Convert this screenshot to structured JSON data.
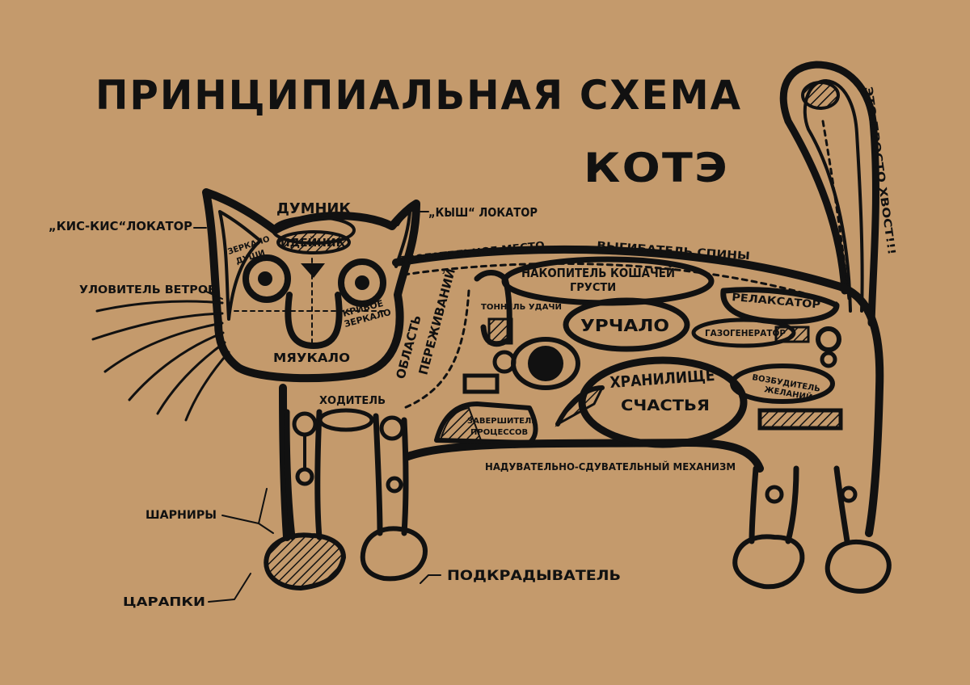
{
  "title_line1": "ПРИНЦИПИАЛЬНАЯ СХЕМА",
  "title_line2": "КОТЭ",
  "colors": {
    "paper": "#c49a6c",
    "ink": "#111111"
  },
  "labels": {
    "kis_kis": "„КИС-КИС“ЛОКАТОР",
    "dumnik": "ДУМНИК",
    "kysh": "„КЫШ“ ЛОКАТОР",
    "ideinik": "ИДЕЙНИК",
    "zerkalo_dushi_1": "ЗЕРКАЛО",
    "zerkalo_dushi_2": "ДУШИ",
    "ulovitel": "УЛОВИТЕЛЬ ВЕТРОВ",
    "krivoe_1": "КРИВОЕ",
    "krivoe_2": "ЗЕРКАЛО",
    "myaukalo": "МЯУКАЛО",
    "trogatelnoe": "ТРОГАТЕЛЬНОЕ МЕСТО",
    "vygibatel": "ВЫГИБАТЕЛЬ СПИНЫ",
    "nakopitel_1": "НАКОПИТЕЛЬ КОШАЧЕЙ",
    "nakopitel_2": "ГРУСТИ",
    "relaksator": "РЕЛАКСАТОР",
    "oblast": "ОБЛАСТЬ",
    "perezhivaniy": "ПЕРЕЖИВАНИЙ",
    "tonnel": "ТОННЕЛЬ УДАЧИ",
    "urchalo": "УРЧАЛО",
    "gazogenerator": "ГАЗОГЕНЕРАТОР",
    "khranilishche_1": "ХРАНИЛИЩЕ",
    "khranilishche_2": "СЧАСТЬЯ",
    "vozbuditel_1": "ВОЗБУДИТЕЛЬ",
    "vozbuditel_2": "ЖЕЛАНИЙ",
    "khoditel": "ХОДИТЕЛЬ",
    "zavershitel_1": "ЗАВЕРШИТЕЛЬ",
    "zavershitel_2": "ПРОЦЕССОВ",
    "naduvatelno": "НАДУВАТЕЛЬНО-СДУВАТЕЛЬНЫЙ МЕХАНИЗМ",
    "sharniry": "ШАРНИРЫ",
    "podkradyvatel": "ПОДКРАДЫВАТЕЛЬ",
    "tsarapki": "ЦАРАПКИ",
    "khvost": "ЭТО ПРОСТО ХВОСТ!!!"
  }
}
